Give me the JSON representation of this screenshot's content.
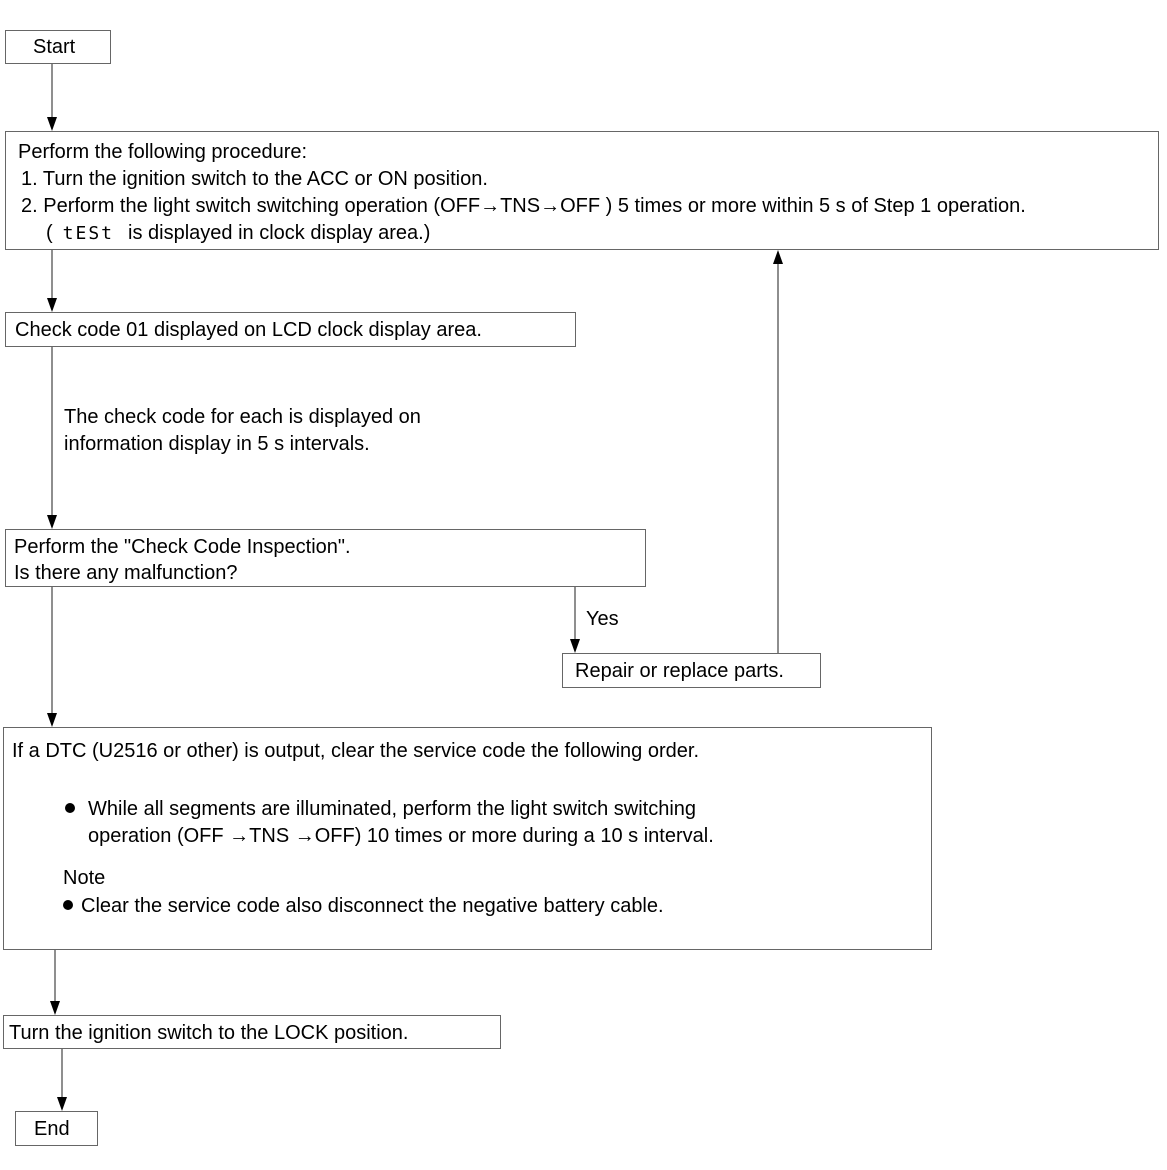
{
  "start": "Start",
  "procedure": {
    "title": "Perform the following procedure:",
    "step1": "1. Turn the ignition switch to the ACC or ON position.",
    "step2": "2. Perform the light switch switching operation (OFF→TNS→OFF ) 5 times or more within 5 s of Step 1 operation.",
    "note_open": "(",
    "lcd_text": "tESt",
    "note_rest": "is displayed in clock display area.)"
  },
  "check_code": "Check code 01 displayed on LCD clock display area.",
  "interval_note": [
    "The check code for each is displayed on",
    "information display in 5 s intervals."
  ],
  "inspection": [
    "Perform the \"Check Code Inspection\".",
    "Is there any malfunction?"
  ],
  "yes_label": "Yes",
  "repair": "Repair or replace parts.",
  "dtc": {
    "intro": "If a DTC (U2516 or other) is output, clear the service code the following order.",
    "bullet": [
      "While all segments are illuminated, perform the light switch switching",
      "operation (OFF →TNS →OFF) 10 times or more during a 10 s interval."
    ],
    "note_label": "Note",
    "note_bullet": "Clear the service code also disconnect the negative battery cable."
  },
  "lock": "Turn the ignition switch to the LOCK position.",
  "end": "End"
}
